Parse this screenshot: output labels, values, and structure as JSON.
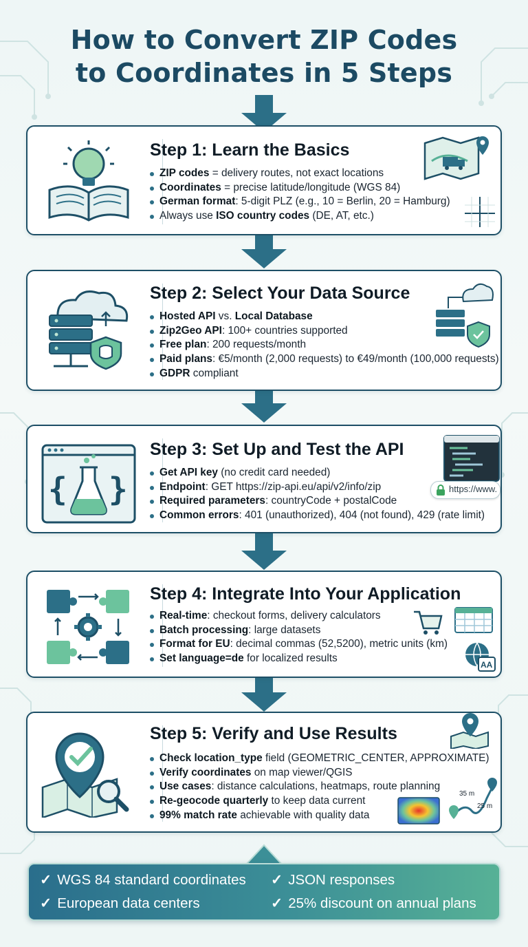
{
  "title": {
    "line1": "How to Convert ZIP Codes",
    "line2": "to Coordinates in 5 Steps"
  },
  "colors": {
    "title": "#1c4a63",
    "card_border": "#1d4f66",
    "arrow": "#2c6f87",
    "accent_green": "#57b196",
    "accent_blue": "#2a6e8c"
  },
  "steps": [
    {
      "heading": "Step 1: Learn the Basics",
      "illustration": "open-book-lightbulb-icon",
      "side_icons": [
        "map-truck-icon",
        "axis-cross-icon"
      ],
      "bullets": [
        {
          "bold": "ZIP codes",
          "text": " = delivery routes, not exact locations"
        },
        {
          "bold": "Coordinates",
          "text": " = precise latitude/longitude (WGS 84)"
        },
        {
          "bold": "German format",
          "text": ": 5-digit PLZ (e.g., 10 = Berlin, 20 = Hamburg)"
        },
        {
          "bold": "",
          "text": "Always use ",
          "bold2": "ISO country codes",
          "text2": " (DE, AT, etc.)"
        }
      ]
    },
    {
      "heading": "Step 2: Select Your Data Source",
      "illustration": "cloud-server-database-icon",
      "side_icons": [
        "cloud-server-shield-icon"
      ],
      "bullets": [
        {
          "bold": "Hosted API",
          "text": " vs. ",
          "bold2": "Local Database",
          "text2": ""
        },
        {
          "bold": "Zip2Geo API",
          "text": ": 100+ countries supported"
        },
        {
          "bold": "Free plan",
          "text": ": 200 requests/month"
        },
        {
          "bold": "Paid plans",
          "text": ": €5/month (2,000 requests) to €49/month (100,000 requests)"
        },
        {
          "bold": "GDPR",
          "text": " compliant"
        }
      ]
    },
    {
      "heading": "Step 3: Set Up and Test the API",
      "illustration": "code-flask-icon",
      "side_icons": [
        "code-window-icon",
        "https-lock-icon"
      ],
      "url_pill": "https://www.",
      "bullets": [
        {
          "bold": "Get API key",
          "text": " (no credit card needed)"
        },
        {
          "bold": "Endpoint",
          "text": ": GET https://zip-api.eu/api/v2/info/zip"
        },
        {
          "bold": "Required parameters",
          "text": ": countryCode + postalCode"
        },
        {
          "bold": "Common errors",
          "text": ": 401 (unauthorized), 404 (not found), 429 (rate limit)"
        }
      ]
    },
    {
      "heading": "Step 4: Integrate Into Your Application",
      "illustration": "puzzle-gear-icon",
      "side_icons": [
        "shopping-cart-icon",
        "spreadsheet-icon",
        "globe-language-icon"
      ],
      "lang_badge": "AA",
      "bullets": [
        {
          "bold": "Real-time",
          "text": ": checkout forms, delivery calculators"
        },
        {
          "bold": "Batch processing",
          "text": ": large datasets"
        },
        {
          "bold": "Format for EU",
          "text": ": decimal commas (52,5200), metric units (km)"
        },
        {
          "bold": "Set language=de",
          "text": " for localized results"
        }
      ]
    },
    {
      "heading": "Step 5: Verify and Use Results",
      "illustration": "map-pin-check-magnifier-icon",
      "side_icons": [
        "map-pin-icon",
        "heatmap-icon",
        "route-icon"
      ],
      "route_labels": [
        "35 m",
        "25 m"
      ],
      "bullets": [
        {
          "bold": "Check location_type",
          "text": " field (GEOMETRIC_CENTER, APPROXIMATE)"
        },
        {
          "bold": "Verify coordinates",
          "text": " on map viewer/QGIS"
        },
        {
          "bold": "Use cases",
          "text": ": distance calculations, heatmaps, route planning"
        },
        {
          "bold": "Re-geocode quarterly",
          "text": " to keep data current"
        },
        {
          "bold": "99% match rate",
          "text": " achievable with quality data"
        }
      ]
    }
  ],
  "footer": {
    "items": [
      "WGS 84 standard coordinates",
      "JSON responses",
      "European data centers",
      "25% discount on annual plans"
    ],
    "check": "✓"
  }
}
